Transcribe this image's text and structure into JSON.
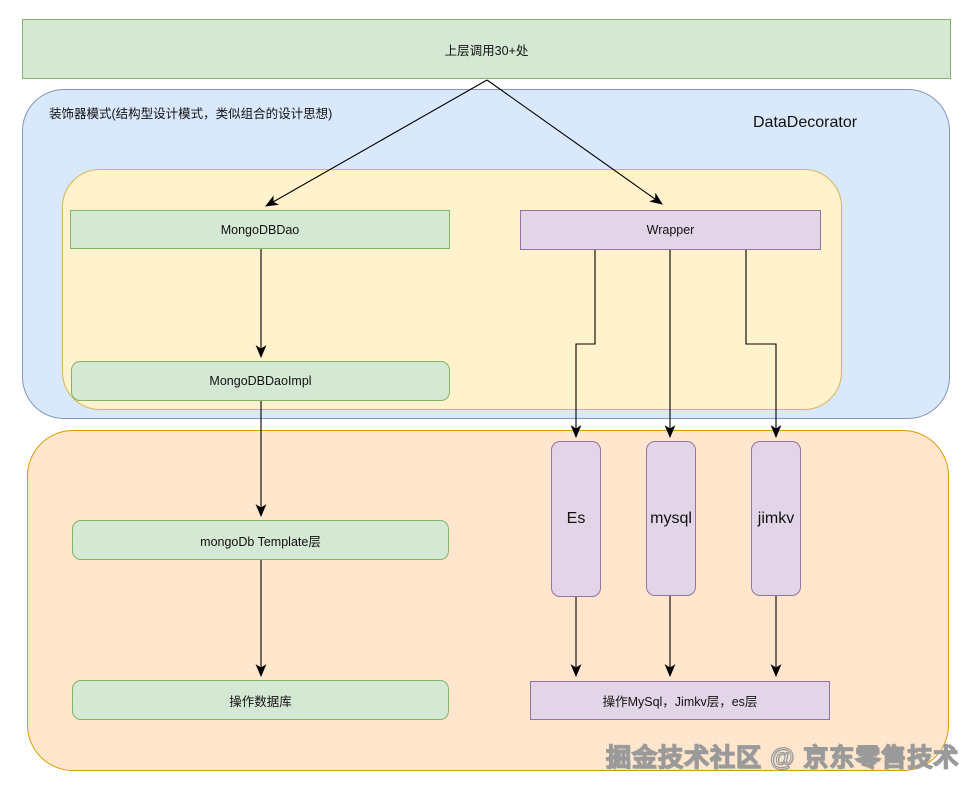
{
  "containers": {
    "decorator": {
      "label": "装饰器模式(结构型设计模式，类似组合的设计思想)",
      "title": "DataDecorator"
    }
  },
  "nodes": {
    "upper_caller": {
      "label": "上层调用30+处"
    },
    "mongo_dao": {
      "label": "MongoDBDao"
    },
    "wrapper": {
      "label": "Wrapper"
    },
    "mongo_dao_impl": {
      "label": "MongoDBDaoImpl"
    },
    "mongo_template": {
      "label": "mongoDb Template层"
    },
    "operate_db": {
      "label": "操作数据库"
    },
    "es": {
      "label": "Es"
    },
    "mysql": {
      "label": "mysql"
    },
    "jimkv": {
      "label": "jimkv"
    },
    "operate_mysql_jimkv_es": {
      "label": "操作MySql，Jimkv层，es层"
    }
  },
  "watermark": "掘金技术社区 @ 京东零售技术",
  "colors": {
    "green_fill": "#d5e8d4",
    "green_border": "#82b366",
    "blue_fill": "#dae8fc",
    "blue_border": "#8396b9",
    "yellow_fill": "#fff2cc",
    "yellow_border": "#d6b656",
    "orange_fill": "#ffe6cc",
    "orange_border": "#d79b00",
    "purple_fill": "#e1d5e7",
    "purple_border": "#9673a6",
    "edge_color": "#000000"
  }
}
